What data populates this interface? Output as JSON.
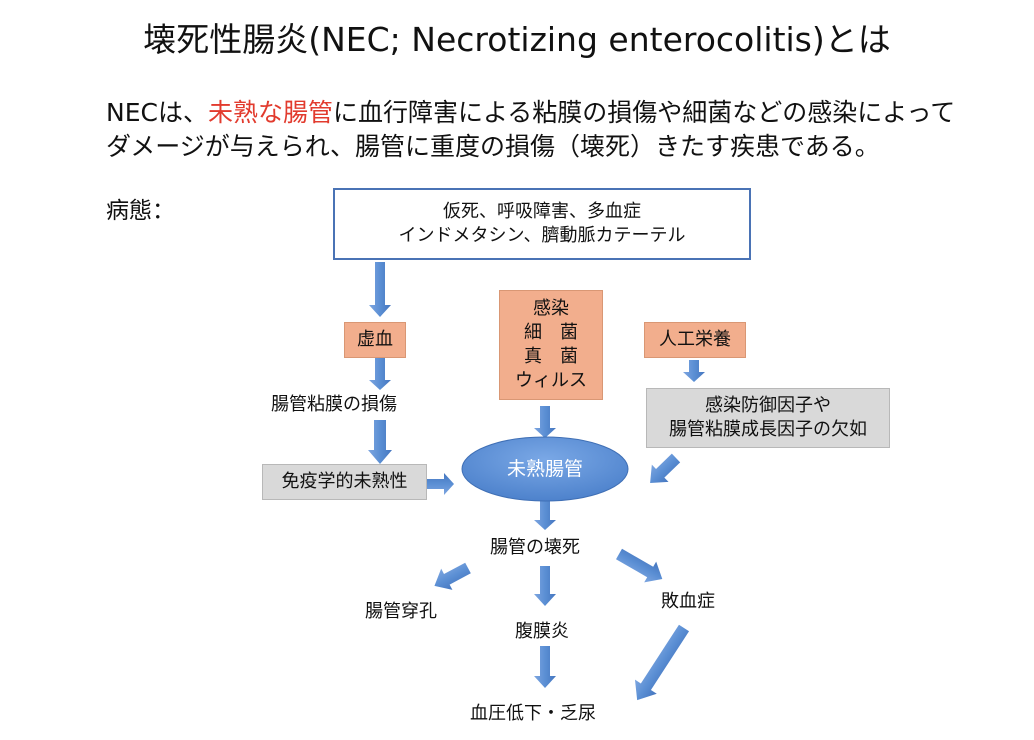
{
  "title": "壊死性腸炎(NEC; Necrotizing enterocolitis)とは",
  "intro": {
    "line1_prefix": "NECは、",
    "line1_highlight": "未熟な腸管",
    "line1_suffix": "に血行障害による粘膜の損傷や細菌などの感染によって",
    "line2": "ダメージが与えられ、腸管に重度の損傷（壊死）きたす疾患である。",
    "highlight_color": "#e23b2e"
  },
  "pathology_label": "病態：",
  "diagram": {
    "causes_box": {
      "line1": "仮死、呼吸障害、多血症",
      "line2": "インドメタシン、臍動脈カテーテル"
    },
    "ischemia": "虚血",
    "infection_box": {
      "line1": "感染",
      "line2": "細　菌",
      "line3": "真　菌",
      "line4": "ウィルス"
    },
    "artificial_nutrition": "人工栄養",
    "deficiency_box": {
      "line1": "感染防御因子や",
      "line2": "腸管粘膜成長因子の欠如"
    },
    "mucosal_damage": "腸管粘膜の損傷",
    "immune_immaturity": "免疫学的未熟性",
    "immature_intestine": "未熟腸管",
    "intestinal_necrosis": "腸管の壊死",
    "perforation": "腸管穿孔",
    "peritonitis": "腹膜炎",
    "sepsis": "敗血症",
    "hypotension_oliguria": "血圧低下・乏尿"
  },
  "colors": {
    "outline_box_border": "#4a73b5",
    "salmon_box": "#f2ae8d",
    "gray_box": "#d9d9d9",
    "ellipse": "#5b8fd4",
    "arrow": "#5b8fd4"
  }
}
